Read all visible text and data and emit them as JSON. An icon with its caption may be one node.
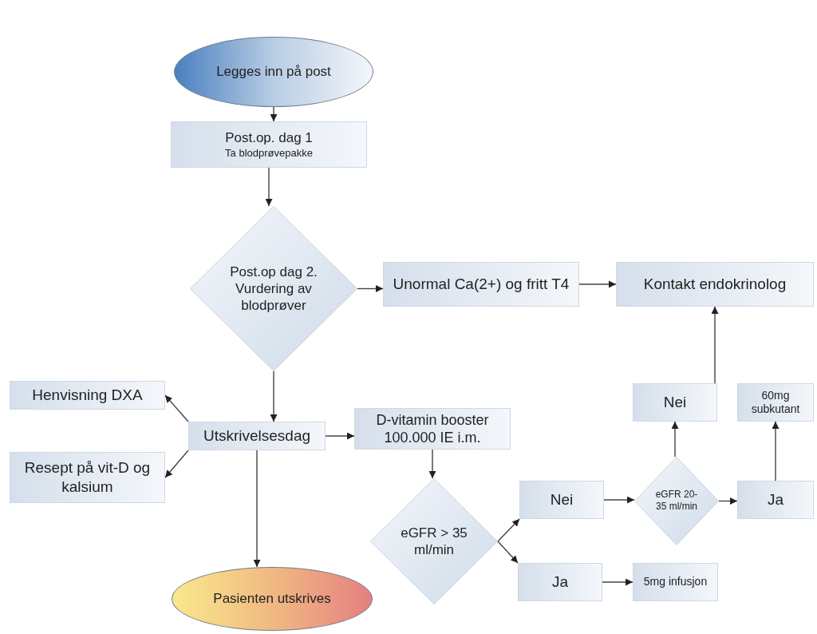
{
  "diagram": {
    "nodes": [
      {
        "text": [
          "Legges inn på post"
        ]
      },
      {
        "text": [
          "Post.op. dag 1",
          "Ta blodprøvepakke"
        ]
      },
      {
        "text": [
          "Post.op dag 2. Vurdering av blodprøver"
        ]
      },
      {
        "text": [
          "Unormal Ca(2+) og fritt T4"
        ]
      },
      {
        "text": [
          "Kontakt endokrinolog"
        ]
      },
      {
        "text": [
          "Henvisning DXA"
        ]
      },
      {
        "text": [
          "Utskrivelsesdag"
        ]
      },
      {
        "text": [
          "Resept på vit-D og kalsium"
        ]
      },
      {
        "text": [
          "D-vitamin booster 100.000 IE i.m."
        ]
      },
      {
        "text": [
          "eGFR > 35 ml/min"
        ]
      },
      {
        "text": [
          "Nei"
        ]
      },
      {
        "text": [
          "eGFR 20-35 ml/min"
        ]
      },
      {
        "text": [
          "Ja"
        ]
      },
      {
        "text": [
          "Nei"
        ]
      },
      {
        "text": [
          "60mg subkutant"
        ]
      },
      {
        "text": [
          "Ja"
        ]
      },
      {
        "text": [
          "5mg infusjon"
        ]
      },
      {
        "text": [
          "Pasienten utskrives"
        ]
      }
    ],
    "edges": [
      {
        "from": 0,
        "to": 1,
        "arrow": "to"
      },
      {
        "from": 1,
        "to": 2,
        "arrow": "to"
      },
      {
        "from": 2,
        "to": 3,
        "arrow": "to"
      },
      {
        "from": 3,
        "to": 4,
        "arrow": "to"
      },
      {
        "from": 2,
        "to": 6,
        "arrow": "to"
      },
      {
        "from": 6,
        "to": 5,
        "arrow": "to"
      },
      {
        "from": 6,
        "to": 7,
        "arrow": "to"
      },
      {
        "from": 6,
        "to": 8,
        "arrow": "to"
      },
      {
        "from": 6,
        "to": 17,
        "arrow": "to"
      },
      {
        "from": 8,
        "to": 9,
        "arrow": "to"
      },
      {
        "from": 9,
        "to": 10,
        "arrow": "to"
      },
      {
        "from": 9,
        "to": 15,
        "arrow": "to"
      },
      {
        "from": 10,
        "to": 11,
        "arrow": "to"
      },
      {
        "from": 11,
        "to": 12,
        "arrow": "to"
      },
      {
        "from": 11,
        "to": 13,
        "arrow": "to"
      },
      {
        "from": 13,
        "to": 4,
        "arrow": "to"
      },
      {
        "from": 12,
        "to": 14,
        "arrow": "to"
      },
      {
        "from": 15,
        "to": 16,
        "arrow": "to"
      }
    ]
  }
}
